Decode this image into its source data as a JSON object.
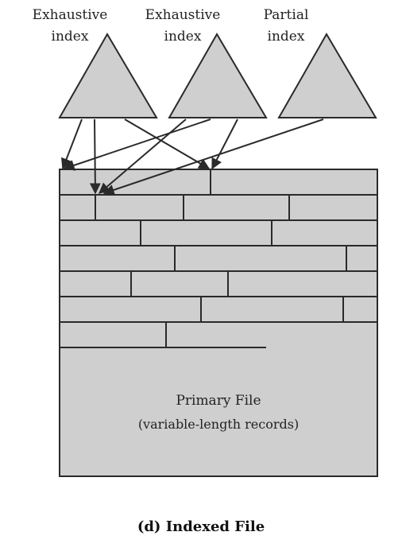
{
  "indexes": [
    {
      "line1": "Exhaustive",
      "line2": "index"
    },
    {
      "line1": "Exhaustive",
      "line2": "index"
    },
    {
      "line1": "Partial",
      "line2": "index"
    }
  ],
  "primary_file": {
    "title": "Primary File",
    "subtitle": "(variable-length records)"
  },
  "caption": "(d) Indexed File",
  "colors": {
    "fill": "#cfcfcf",
    "stroke": "#2a2a2a"
  }
}
